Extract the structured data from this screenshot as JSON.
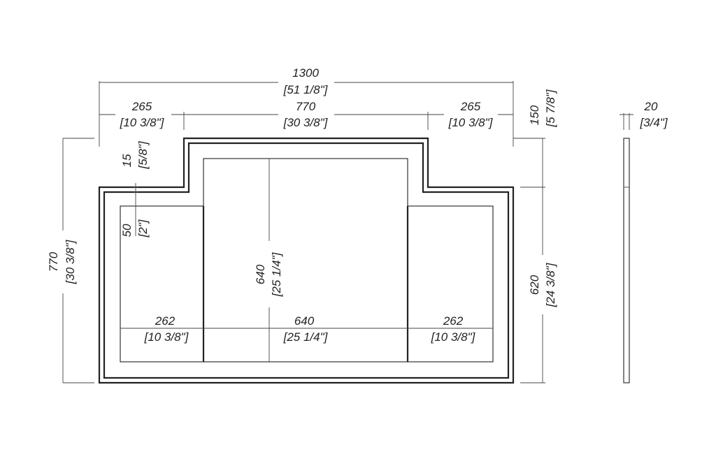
{
  "dimensions": {
    "overall_width": {
      "mm": "1300",
      "in": "[51 1/8\"]"
    },
    "left_wing_width": {
      "mm": "265",
      "in": "[10 3/8\"]"
    },
    "center_width": {
      "mm": "770",
      "in": "[30 3/8\"]"
    },
    "right_wing_width": {
      "mm": "265",
      "in": "[10 3/8\"]"
    },
    "step_height": {
      "mm": "150",
      "in": "[5 7/8\"]"
    },
    "thickness": {
      "mm": "20",
      "in": "[3/4\"]"
    },
    "overall_height": {
      "mm": "770",
      "in": "[30 3/8\"]"
    },
    "frame_offset": {
      "mm": "15",
      "in": "[5/8\"]"
    },
    "panel_offset": {
      "mm": "50",
      "in": "[2\"]"
    },
    "center_panel_height": {
      "mm": "640",
      "in": "[25 1/4\"]"
    },
    "wing_height": {
      "mm": "620",
      "in": "[24 3/8\"]"
    },
    "left_panel_width": {
      "mm": "262",
      "in": "[10 3/8\"]"
    },
    "center_panel_width": {
      "mm": "640",
      "in": "[25 1/4\"]"
    },
    "right_panel_width": {
      "mm": "262",
      "in": "[10 3/8\"]"
    }
  }
}
